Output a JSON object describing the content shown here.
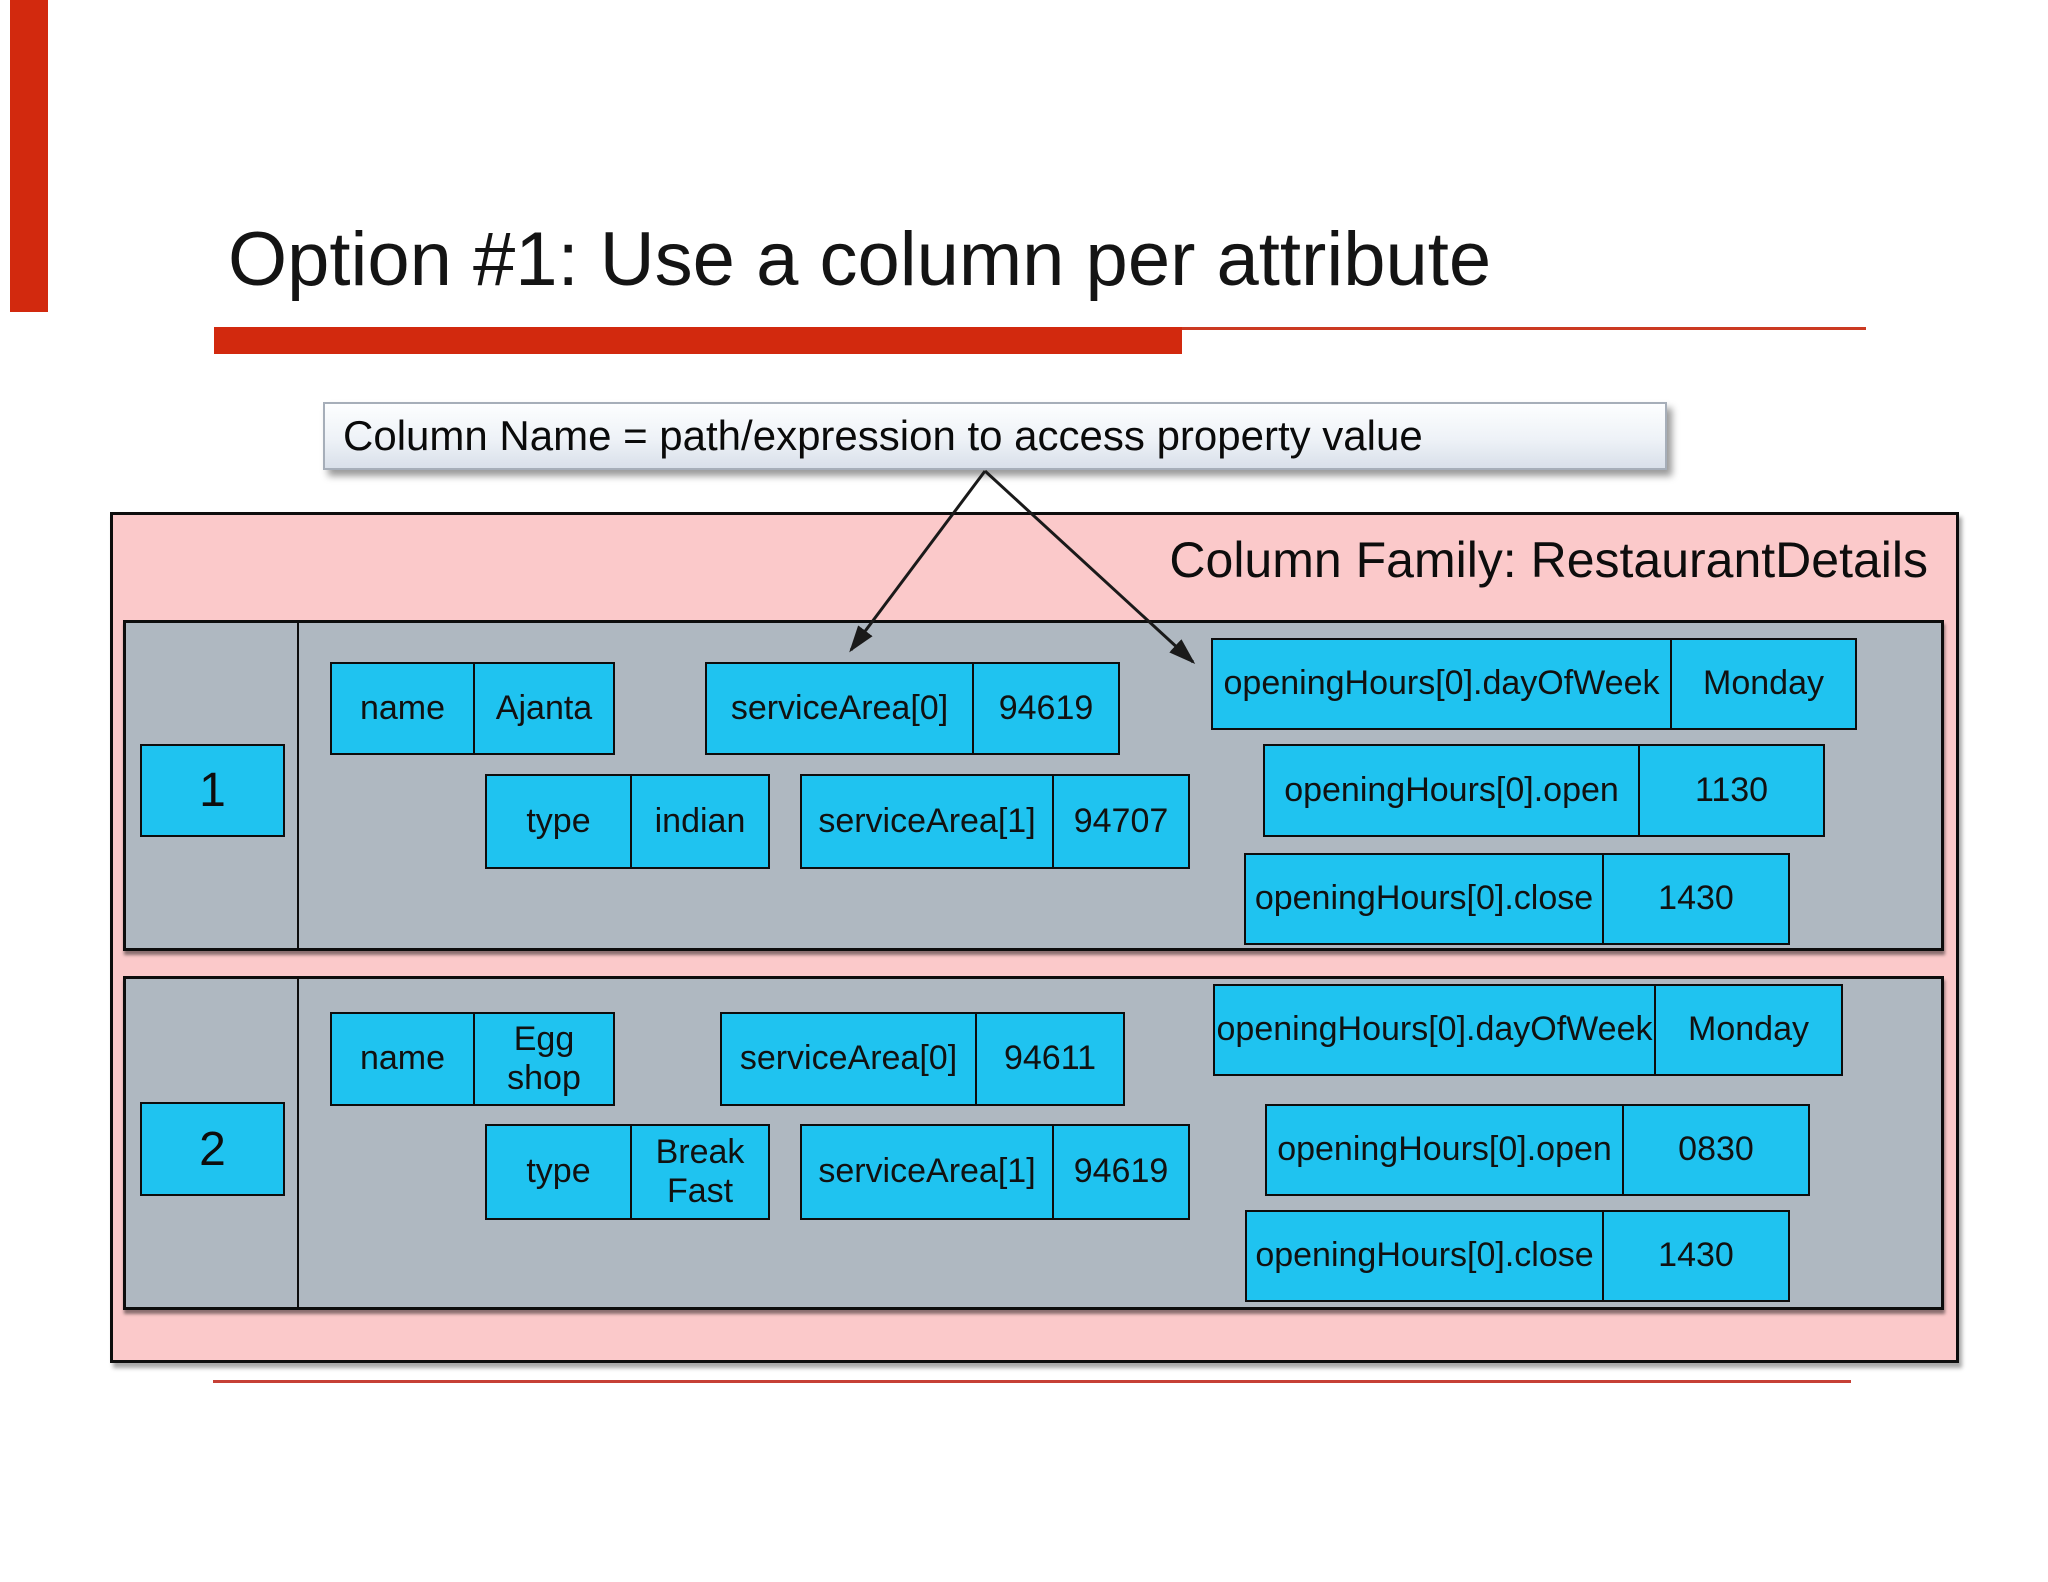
{
  "slide": {
    "title": "Option #1: Use a column per attribute",
    "callout_text": "Column Name = path/expression to access property value"
  },
  "column_family": {
    "label": "Column Family: RestaurantDetails",
    "rows": [
      {
        "key": "1",
        "cells": [
          {
            "name": "name",
            "value": "Ajanta"
          },
          {
            "name": "type",
            "value": "indian"
          },
          {
            "name": "serviceArea[0]",
            "value": "94619"
          },
          {
            "name": "serviceArea[1]",
            "value": "94707"
          },
          {
            "name": "openingHours[0].dayOfWeek",
            "value": "Monday"
          },
          {
            "name": "openingHours[0].open",
            "value": "1130"
          },
          {
            "name": "openingHours[0].close",
            "value": "1430"
          }
        ]
      },
      {
        "key": "2",
        "cells": [
          {
            "name": "name",
            "value": "Egg shop"
          },
          {
            "name": "type",
            "value": "Break Fast"
          },
          {
            "name": "serviceArea[0]",
            "value": "94611"
          },
          {
            "name": "serviceArea[1]",
            "value": "94619"
          },
          {
            "name": "openingHours[0].dayOfWeek",
            "value": "Monday"
          },
          {
            "name": "openingHours[0].open",
            "value": "0830"
          },
          {
            "name": "openingHours[0].close",
            "value": "1430"
          }
        ]
      }
    ]
  },
  "colors": {
    "accent_red": "#d2290e",
    "cell_cyan": "#1fc3f0",
    "family_pink": "#fbc9ca",
    "row_gray": "#afb8c1"
  }
}
